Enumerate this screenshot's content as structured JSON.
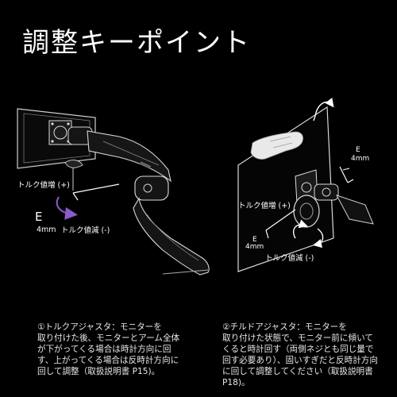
{
  "title": "調整キーポイント",
  "left_diagram": {
    "torque_up": "トルク値増 (+)",
    "torque_down": "トルク値減 (-)",
    "e_letter": "E",
    "e_size": "4mm"
  },
  "right_diagram": {
    "torque_up": "トルク値増 (+)",
    "torque_down": "トルク値減 (-)",
    "e_letter_top": "E",
    "e_size_top": "4mm",
    "e_letter_bottom": "E",
    "e_size_bottom": "4mm"
  },
  "descriptions": {
    "left_lines": [
      "①トルクアジャスタ：モニターを",
      "取り付けた後、モニターとアーム全体",
      "が下がってくる場合は時計方向に回",
      "す、上がってくる場合は反時計方向に",
      "回して調整（取扱説明書 P15)。"
    ],
    "right_lines": [
      "②チルドアジャスタ：モニターを",
      "取り付けた状態で、モニター前に傾いて",
      "くると時計回す（両側ネジとも同じ量で",
      "回す必要あり）、固いすぎだと反時計方向",
      "に回して調整してください（取扱説明書",
      "P18)。"
    ]
  },
  "colors": {
    "background": "#000000",
    "text": "#ffffff",
    "arrow_accent": "#8a5cc9"
  }
}
